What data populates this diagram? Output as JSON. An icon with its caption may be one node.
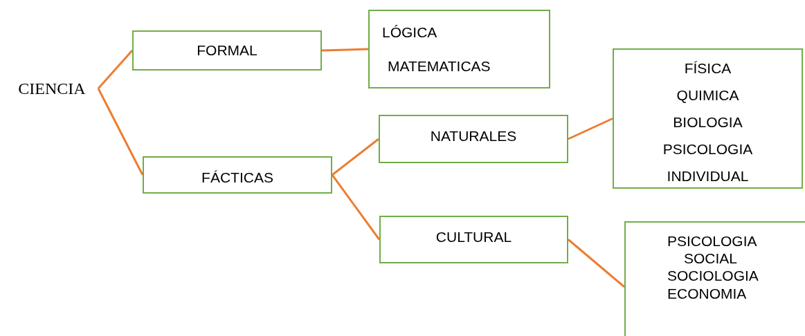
{
  "diagram": {
    "nodes": [
      {
        "text": [
          "CIENCIA"
        ]
      },
      {
        "text": [
          "FORMAL"
        ]
      },
      {
        "text": [
          "LÓGICA",
          "MATEMATICAS"
        ]
      },
      {
        "text": [
          "FÁCTICAS"
        ]
      },
      {
        "text": [
          "NATURALES"
        ]
      },
      {
        "text": [
          "FÍSICA",
          "QUIMICA",
          "BIOLOGIA",
          "PSICOLOGIA",
          "INDIVIDUAL"
        ]
      },
      {
        "text": [
          "CULTURAL"
        ]
      },
      {
        "text": [
          "PSICOLOGIA",
          "SOCIAL",
          "SOCIOLOGIA",
          "ECONOMIA"
        ]
      }
    ],
    "edges": [
      {
        "from": 0,
        "to": 1,
        "arrow": "none"
      },
      {
        "from": 1,
        "to": 2,
        "arrow": "none"
      },
      {
        "from": 0,
        "to": 3,
        "arrow": "none"
      },
      {
        "from": 3,
        "to": 4,
        "arrow": "none"
      },
      {
        "from": 3,
        "to": 6,
        "arrow": "none"
      },
      {
        "from": 4,
        "to": 5,
        "arrow": "none"
      },
      {
        "from": 6,
        "to": 7,
        "arrow": "none"
      }
    ]
  }
}
